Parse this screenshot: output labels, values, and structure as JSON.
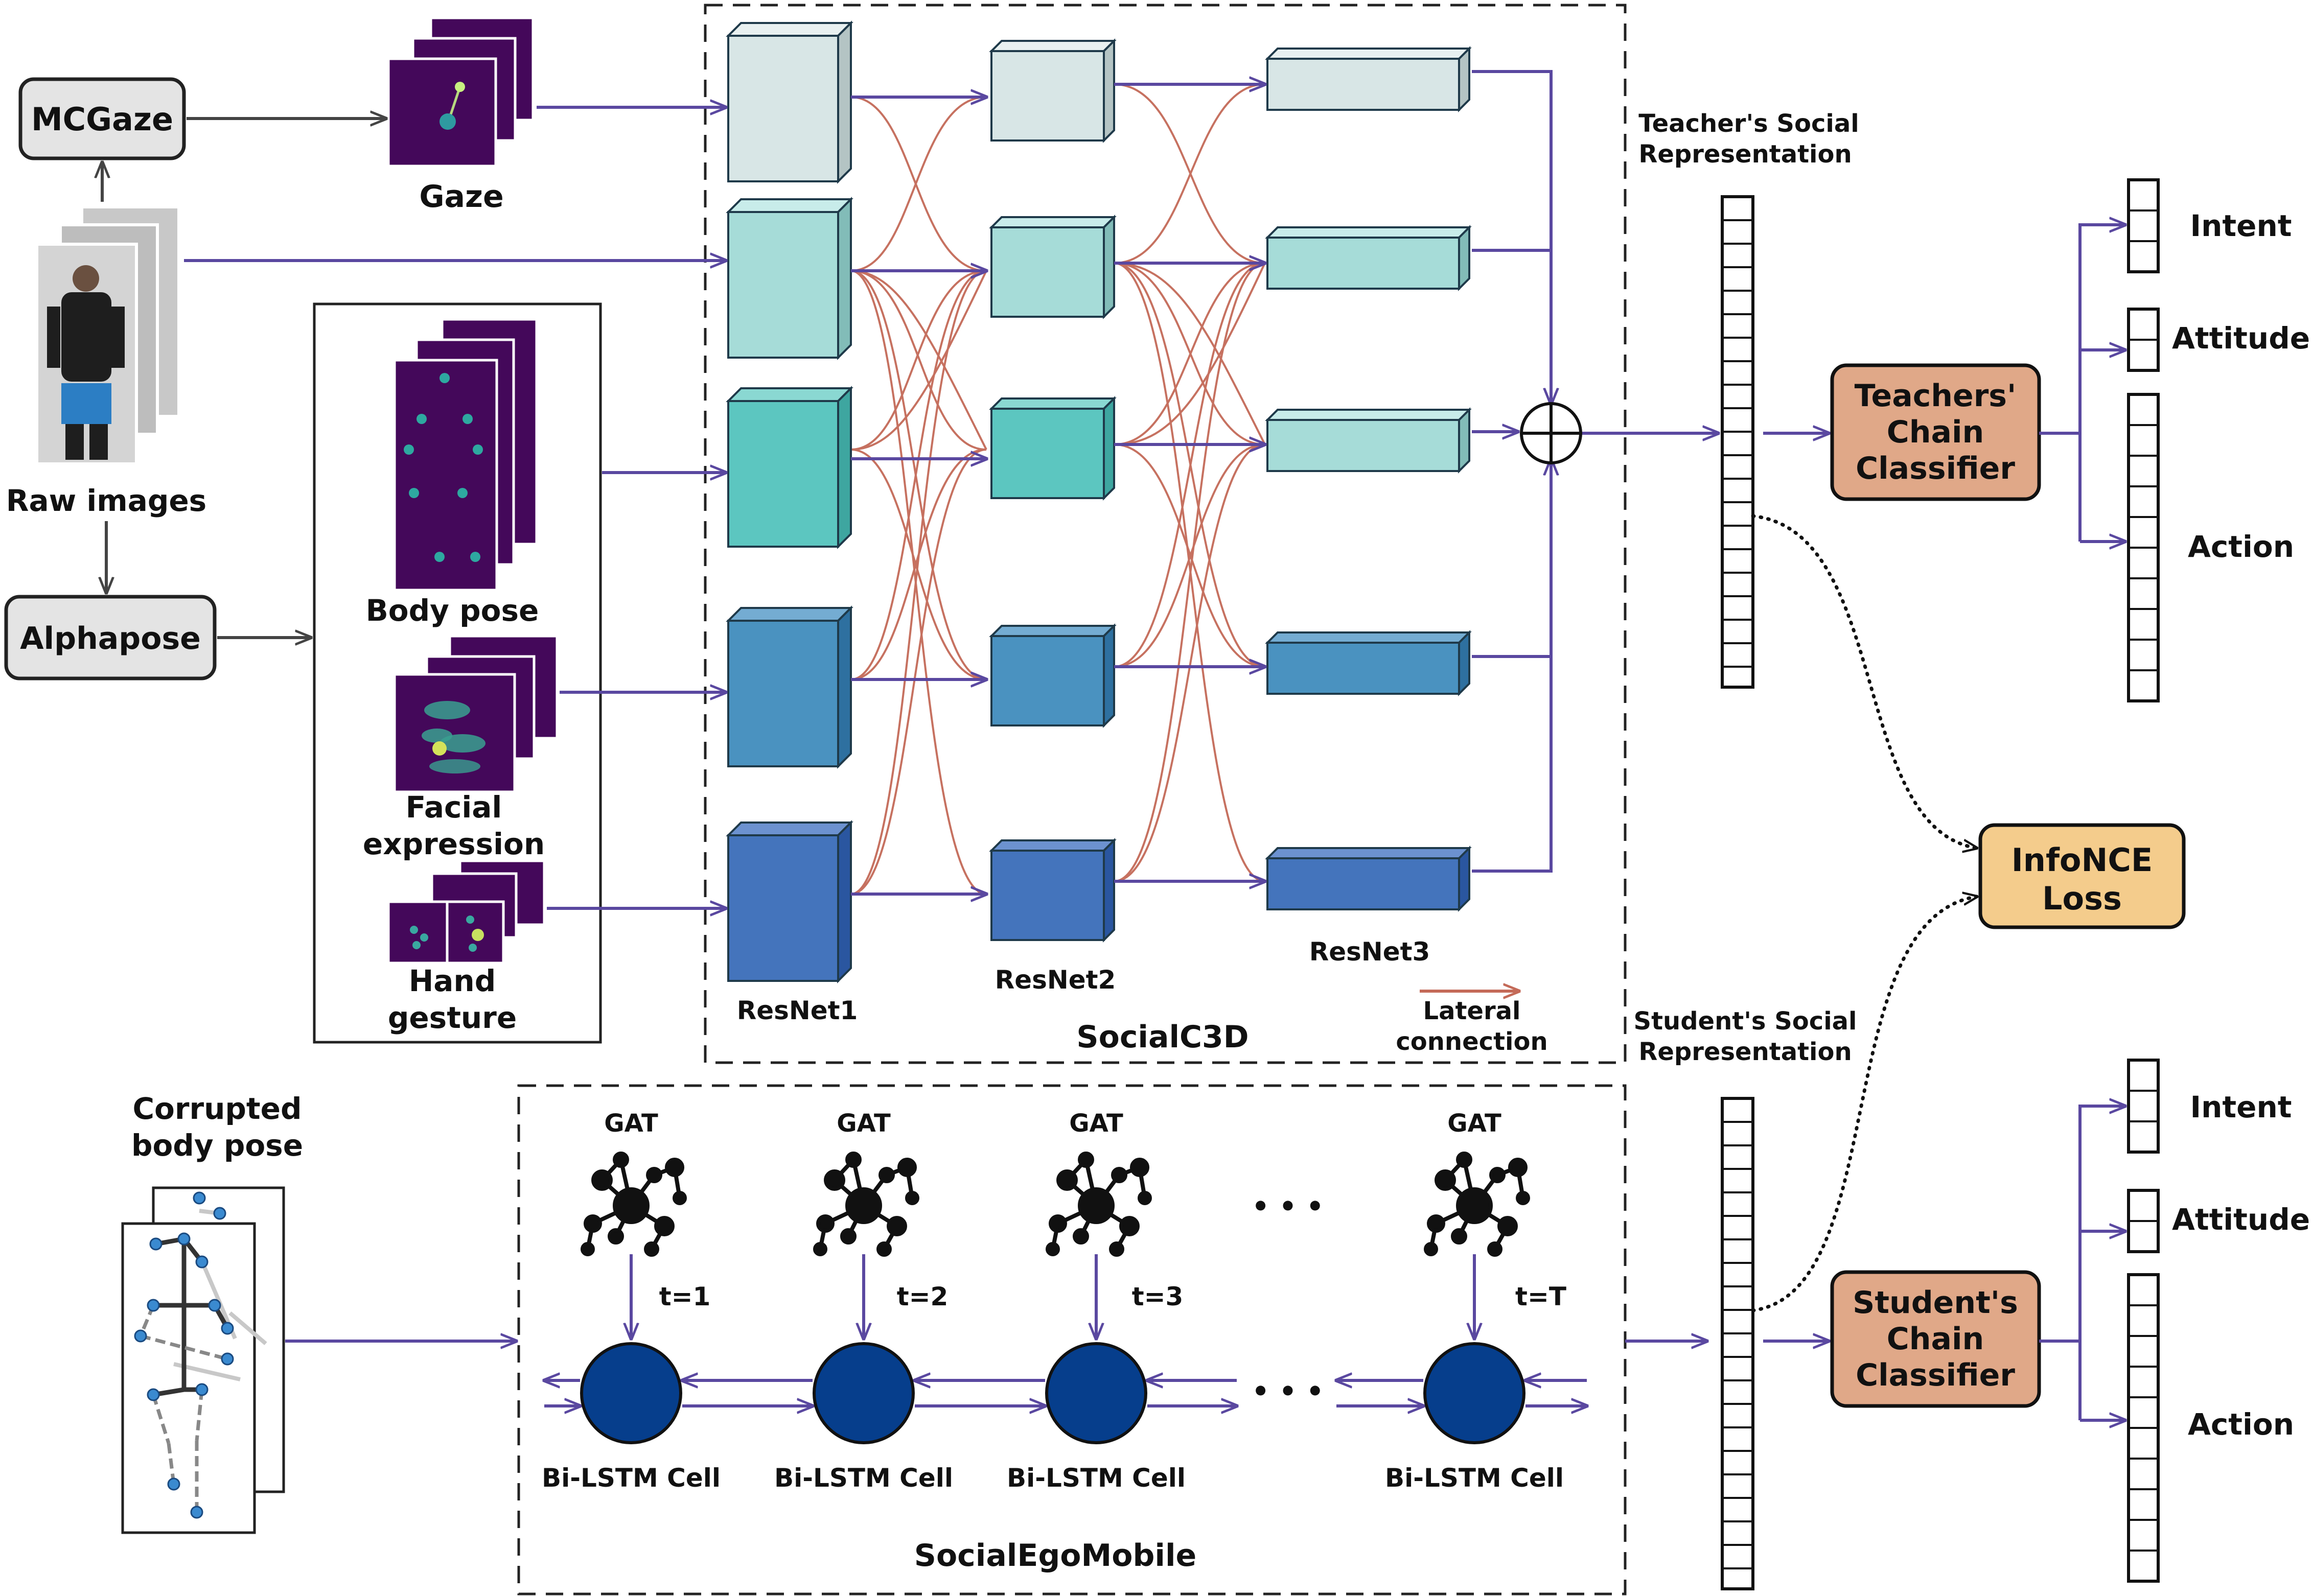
{
  "inputs": {
    "mcgaze": "MCGaze",
    "alphapose": "Alphapose",
    "raw_images": "Raw images",
    "corrupted_pose_line1": "Corrupted",
    "corrupted_pose_line2": "body pose"
  },
  "modalities": {
    "gaze": "Gaze",
    "body_pose": "Body pose",
    "facial_line1": "Facial",
    "facial_line2": "expression",
    "hand_line1": "Hand",
    "hand_line2": "gesture"
  },
  "teacher": {
    "title": "SocialC3D",
    "stages": [
      "ResNet1",
      "ResNet2",
      "ResNet3"
    ],
    "lateral_line1": "Lateral",
    "lateral_line2": "connection",
    "repr_line1": "Teacher's Social",
    "repr_line2": "Representation",
    "classifier_line1": "Teachers'",
    "classifier_line2": "Chain",
    "classifier_line3": "Classifier",
    "branch_colors": [
      "#d8e6e6",
      "#a6dcd8",
      "#5cc6c0",
      "#4a92c0",
      "#4474bc"
    ]
  },
  "student": {
    "title": "SocialEgoMobile",
    "gat": "GAT",
    "time_steps": [
      "t=1",
      "t=2",
      "t=3",
      "t=T"
    ],
    "cell": "Bi-LSTM Cell",
    "ellipsis": "• • •",
    "repr_line1": "Student's Social",
    "repr_line2": "Representation",
    "classifier_line1": "Student's",
    "classifier_line2": "Chain",
    "classifier_line3": "Classifier"
  },
  "loss": {
    "line1": "InfoNCE",
    "line2": "Loss"
  },
  "outputs": {
    "intent": "Intent",
    "attitude": "Attitude",
    "action": "Action"
  },
  "colors": {
    "arrow": "#5a48a0",
    "lateral": "#c46a58",
    "classifier": "#e0a888",
    "loss": "#f4cc8c",
    "gray_box": "#e4e4e4",
    "lstm_cell": "#063e8c",
    "heatmap_bg": "#44085a"
  }
}
